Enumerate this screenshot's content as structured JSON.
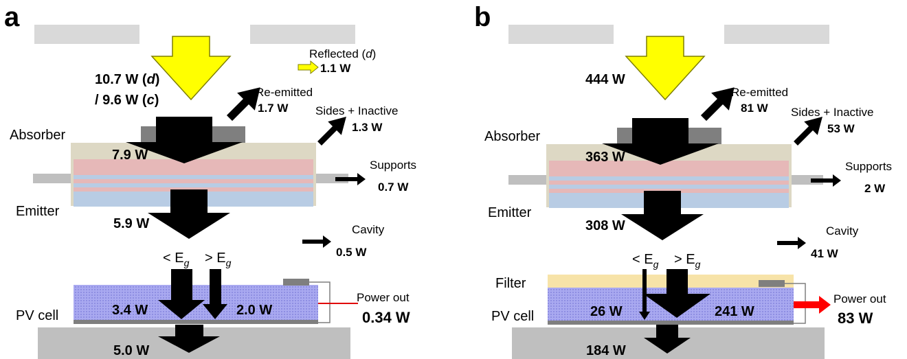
{
  "panels": [
    {
      "letter": "a",
      "input_line1": "10.7 W (",
      "input_line1_italic": "d",
      "input_line1_end": ")",
      "input_line2": "/ 9.6 W (",
      "input_line2_italic": "c",
      "input_line2_end": ")",
      "reflected_label": "Reflected (",
      "reflected_italic": "d",
      "reflected_end": ")",
      "reflected_value": "1.1 W",
      "reemitted_label": "Re-emitted",
      "reemitted_value": "1.7 W",
      "sides_label": "Sides + Inactive",
      "sides_value": "1.3 W",
      "absorber_label": "Absorber",
      "absorber_value": "7.9 W",
      "supports_label": "Supports",
      "supports_value": "0.7 W",
      "emitter_label": "Emitter",
      "emitter_value": "5.9 W",
      "cavity_label": "Cavity",
      "cavity_value": "0.5 W",
      "below_eg": "< E",
      "above_eg": "> E",
      "eg_sub": "g",
      "pv_label": "PV cell",
      "below_eg_value": "3.4 W",
      "above_eg_value": "2.0 W",
      "power_label": "Power out",
      "power_value": "0.34 W",
      "substrate_value": "5.0 W"
    },
    {
      "letter": "b",
      "input_value": "444 W",
      "reemitted_label": "Re-emitted",
      "reemitted_value": "81 W",
      "sides_label": "Sides + Inactive",
      "sides_value": "53 W",
      "absorber_label": "Absorber",
      "absorber_value": "363 W",
      "supports_label": "Supports",
      "supports_value": "2 W",
      "emitter_label": "Emitter",
      "emitter_value": "308 W",
      "cavity_label": "Cavity",
      "cavity_value": "41 W",
      "below_eg": "< E",
      "above_eg": "> E",
      "eg_sub": "g",
      "filter_label": "Filter",
      "pv_label": "PV cell",
      "below_eg_value": "26 W",
      "above_eg_value": "241 W",
      "power_label": "Power out",
      "power_value": "83 W",
      "substrate_value": "184 W"
    }
  ],
  "colors": {
    "sun_arrow": "#ffff00",
    "heat_arrow": "#000000",
    "power_arrow": "#ff0000",
    "absorber": "#ddd8c4",
    "emitter_pink": "#e6b8b8",
    "emitter_blue": "#b8cce4",
    "pv_cell": "#9999ee",
    "filter": "#f7e3a8",
    "substrate": "#bfbfbf",
    "aperture": "#d9d9d9"
  }
}
